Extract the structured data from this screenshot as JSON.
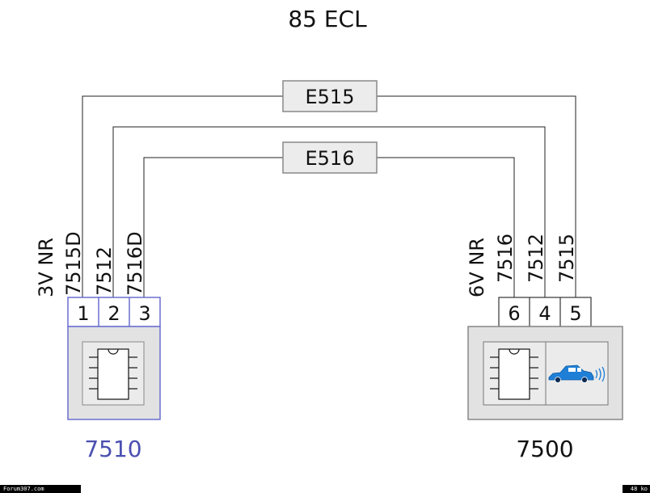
{
  "title": "85 ECL",
  "labels": {
    "e515": "E515",
    "e516": "E516"
  },
  "left_connector": {
    "id": "7510",
    "color_label": "3V NR",
    "wires": [
      "7515D",
      "7512",
      "7516D"
    ],
    "pins": [
      "1",
      "2",
      "3"
    ],
    "component_icon": "ic-chip-icon",
    "border_color": "#6b6fd0",
    "id_color": "#4b4fb0"
  },
  "right_connector": {
    "id": "7500",
    "color_label": "6V NR",
    "wires": [
      "7516",
      "7512",
      "7515"
    ],
    "pins": [
      "6",
      "4",
      "5"
    ],
    "component_icons": [
      "ic-chip-icon",
      "car-alarm-icon"
    ],
    "accent_color": "#1f7fd6"
  },
  "footer": {
    "left": "Forum307.com",
    "right": "48 ko"
  }
}
